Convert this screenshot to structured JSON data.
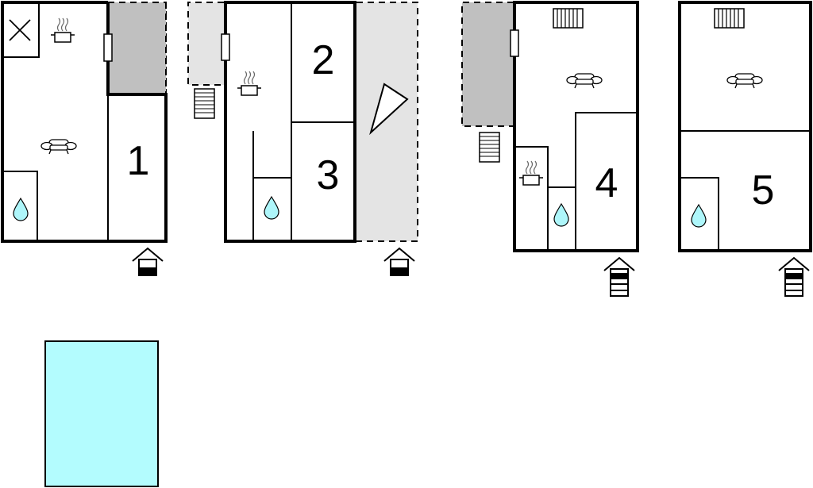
{
  "rooms": [
    {
      "number": "1"
    },
    {
      "number": "2"
    },
    {
      "number": "3"
    },
    {
      "number": "4"
    },
    {
      "number": "5"
    }
  ],
  "colors": {
    "wall": "#000000",
    "terrace_light": "#e4e4e4",
    "terrace_dark": "#c0c0c0",
    "pool": "#b3fcfe",
    "water_drop": "#aef6fa"
  },
  "icons": [
    "kitchen-pot-icon",
    "sofa-icon",
    "water-drop-icon",
    "stairs-icon",
    "entrance-arrow-icon",
    "radiator-icon",
    "window-icon",
    "fireplace-cross-icon",
    "sun-deck-triangle-icon"
  ]
}
